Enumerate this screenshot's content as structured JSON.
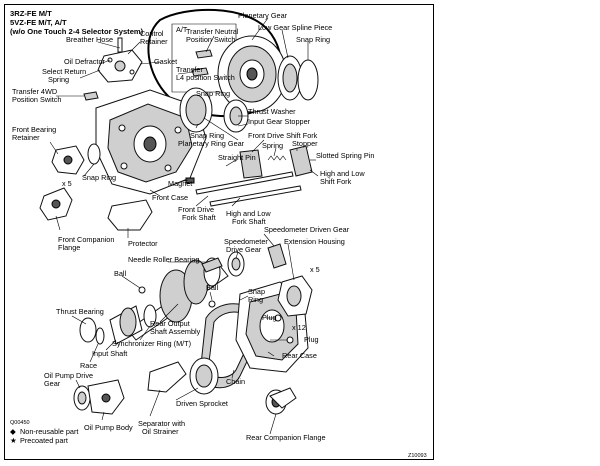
{
  "header": {
    "line1": "3RZ-FE M/T",
    "line2": "5VZ-FE M/T, A/T",
    "line3": "(w/o One Touch 2-4 Selector System)"
  },
  "labels": {
    "at": "A/T",
    "breather_hose": "Breather Hose",
    "control_retainer_1": "Control",
    "control_retainer_2": "Retainer",
    "gasket": "Gasket",
    "transfer_neutral_1": "Transfer Neutral",
    "transfer_neutral_2": "Position Switch",
    "transfer_l4_1": "Transfer",
    "transfer_l4_2": "L4 position Switch",
    "planetary_gear": "Planetary Gear",
    "low_gear_spline": "Low Gear Spline Piece",
    "snap_ring_top": "Snap Ring",
    "oil_defractor": "Oil Defractor",
    "select_return_1": "Select Return",
    "select_return_2": "Spring",
    "transfer_4wd_1": "Transfer 4WD",
    "transfer_4wd_2": "Position Switch",
    "front_bearing_1": "Front Bearing",
    "front_bearing_2": "Retainer",
    "snap_ring_mid": "Snap Ring",
    "thrust_washer": "Thrust Washer",
    "input_gear_stopper": "Input Gear Stopper",
    "snap_ring_planet": "Snap Ring",
    "planetary_ring_gear": "Planetary Ring Gear",
    "front_drive_shift_fork": "Front Drive Shift Fork",
    "spring": "Spring",
    "stopper": "Stopper",
    "slotted_spring_pin": "Slotted Spring Pin",
    "straight_pin": "Straight Pin",
    "x5_left": "x 5",
    "snap_ring_left": "Snap Ring",
    "high_low_fork_1": "High and Low",
    "high_low_fork_2": "Shift Fork",
    "magnet": "Magnet",
    "front_case": "Front Case",
    "front_drive_fork_shaft_1": "Front Drive",
    "front_drive_fork_shaft_2": "Fork Shaft",
    "high_low_fork_shaft_1": "High and Low",
    "high_low_fork_shaft_2": "Fork Shaft",
    "front_companion_1": "Front Companion",
    "front_companion_2": "Flange",
    "protector": "Protector",
    "speedometer_driven_gear": "Speedometer Driven Gear",
    "speedometer_drive_1": "Speedometer",
    "speedometer_drive_2": "Drive Gear",
    "extension_housing": "Extension Housing",
    "x5_right": "x 5",
    "needle_roller_bearing": "Needle Roller Bearing",
    "ball_top": "Ball",
    "ball_mid": "Ball",
    "snap_ring_right_1": "Snap",
    "snap_ring_right_2": "Ring",
    "thrust_bearing": "Thrust Bearing",
    "rear_output_1": "Rear Output",
    "rear_output_2": "Shaft Assembly",
    "plug_1": "Plug",
    "x12": "x 12",
    "plug_2": "Plug",
    "synchronizer_ring": "Synchronizer Ring (M/T)",
    "input_shaft": "Input Shaft",
    "race": "Race",
    "rear_case": "Rear Case",
    "oil_pump_drive_1": "Oil Pump Drive",
    "oil_pump_drive_2": "Gear",
    "chain": "Chain",
    "driven_sprocket": "Driven Sprocket",
    "oil_pump_body": "Oil Pump Body",
    "separator_1": "Separator with",
    "separator_2": "Oil Strainer",
    "rear_companion_flange": "Rear Companion Flange"
  },
  "legend": {
    "code": "Q00450",
    "non_reusable": "Non-reusable part",
    "precoated": "Precoated part",
    "non_reusable_symbol": "◆",
    "precoated_symbol": "★"
  },
  "figure_id": "Z10093"
}
